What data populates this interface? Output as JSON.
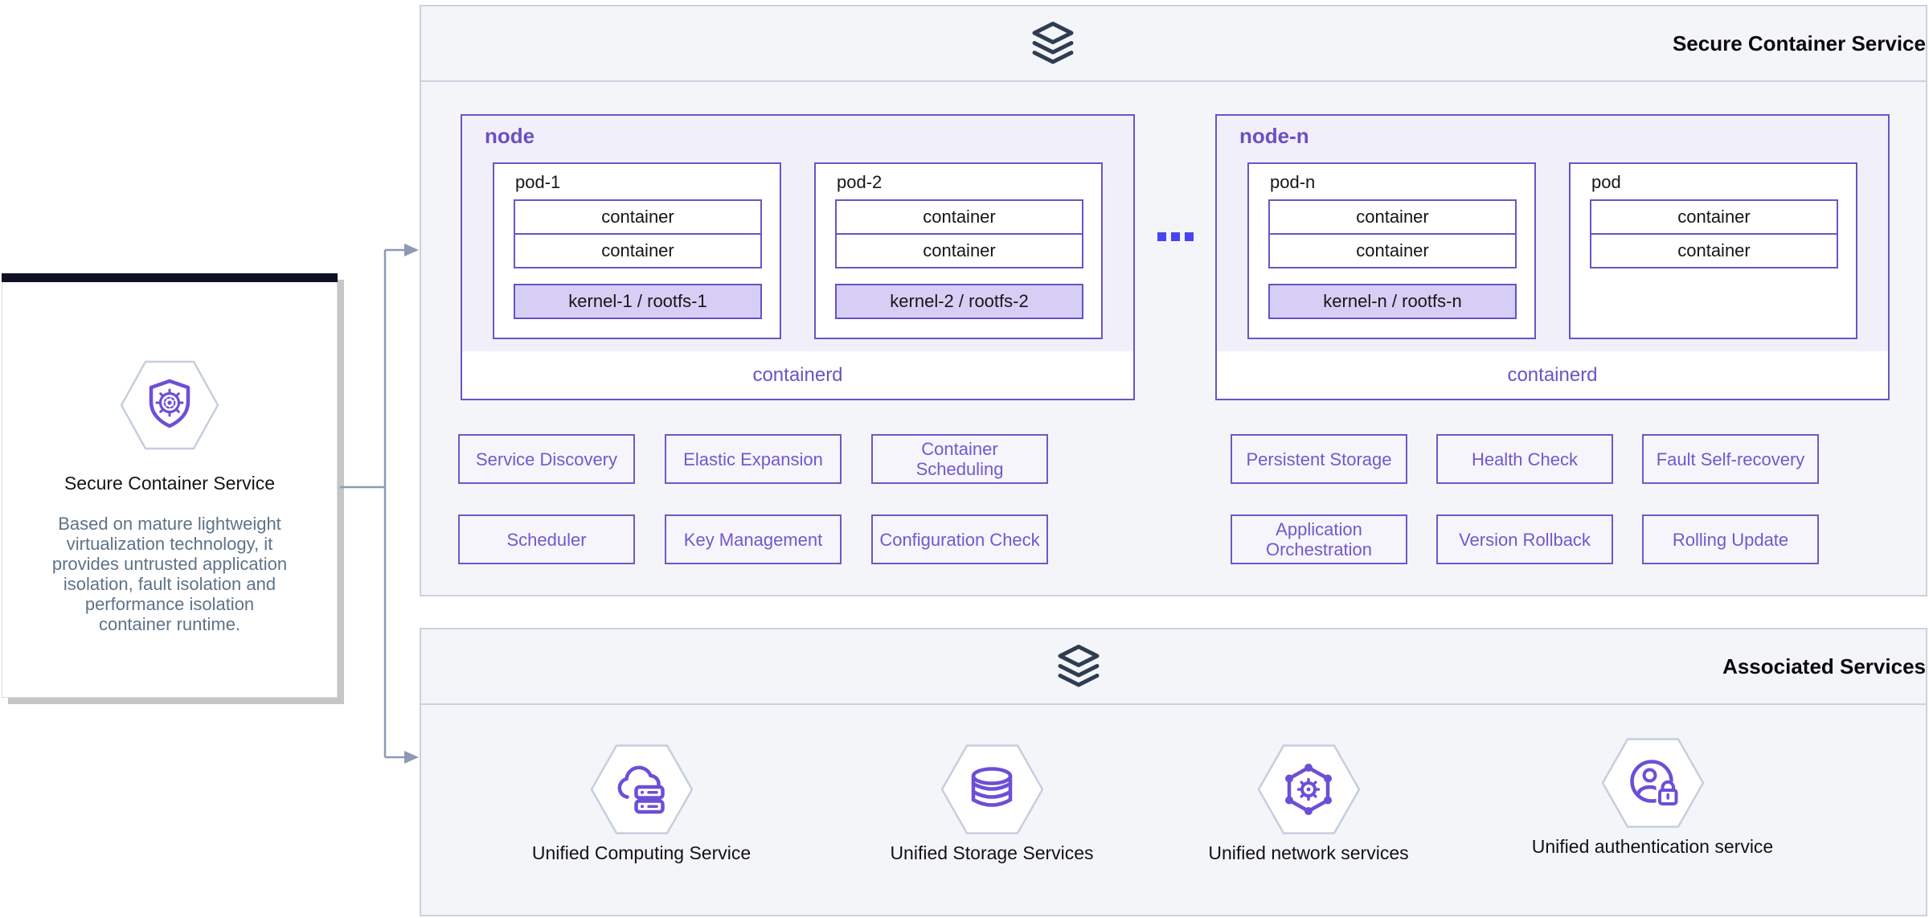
{
  "palette": {
    "accent_purple": "#6b54c6",
    "icon_purple": "#6c4fd6",
    "kernel_fill": "#d7cef5",
    "node_fill": "#f1f0fa",
    "panel_fill": "#f4f5f9",
    "panel_border": "#cad2e0",
    "dots_blue": "#4745ef",
    "connector_gray": "#8c9ab6",
    "header_icon_slate": "#2f3d52",
    "card_top_bar": "#0e1126",
    "description_text": "#5e7389"
  },
  "card": {
    "icon": "shield-helm-icon",
    "title": "Secure Container Service",
    "description": "Based on mature lightweight virtualization technology, it provides untrusted application isolation, fault isolation and performance isolation container runtime."
  },
  "secure_panel": {
    "icon": "layers-icon",
    "title": "Secure Container Service",
    "more_nodes_indicator": "...",
    "nodes": [
      {
        "label": "node",
        "runtime": "containerd",
        "pods": [
          {
            "label": "pod-1",
            "containers": [
              "container",
              "container"
            ],
            "kernel": "kernel-1 / rootfs-1"
          },
          {
            "label": "pod-2",
            "containers": [
              "container",
              "container"
            ],
            "kernel": "kernel-2 / rootfs-2"
          }
        ]
      },
      {
        "label": "node-n",
        "runtime": "containerd",
        "pods": [
          {
            "label": "pod-n",
            "containers": [
              "container",
              "container"
            ],
            "kernel": "kernel-n / rootfs-n"
          },
          {
            "label": "pod",
            "containers": [
              "container",
              "container"
            ]
          }
        ]
      }
    ],
    "features": {
      "row1": [
        "Service Discovery",
        "Elastic Expansion",
        "Container Scheduling",
        "Persistent Storage",
        "Health Check",
        "Fault Self-recovery"
      ],
      "row2": [
        "Scheduler",
        "Key Management",
        "Configuration Check",
        "Application Orchestration",
        "Version Rollback",
        "Rolling Update"
      ]
    }
  },
  "associated_panel": {
    "icon": "layers-icon",
    "title": "Associated Services",
    "services": [
      {
        "icon": "cloud-compute-icon",
        "label": "Unified Computing Service"
      },
      {
        "icon": "database-icon",
        "label": "Unified Storage Services"
      },
      {
        "icon": "network-hexagon-icon",
        "label": "Unified network services"
      },
      {
        "icon": "user-lock-icon",
        "label": "Unified authentication service"
      }
    ]
  }
}
